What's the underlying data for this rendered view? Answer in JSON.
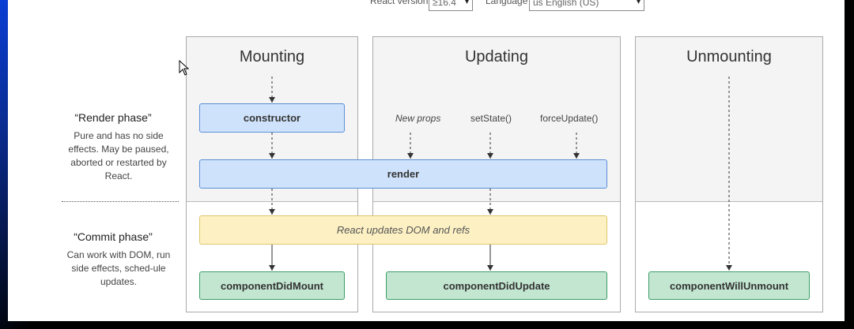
{
  "header": {
    "react_version_label": "React version",
    "react_version_value": "≥16.4",
    "language_label": "Language",
    "language_value": "us English (US)"
  },
  "phases": {
    "render": {
      "title": "“Render phase”",
      "description": "Pure and has no side effects. May be paused, aborted or restarted by React."
    },
    "commit": {
      "title": "“Commit phase”",
      "description": "Can work with DOM, run side effects, sched-ule updates."
    }
  },
  "columns": {
    "mounting": "Mounting",
    "updating": "Updating",
    "unmounting": "Unmounting"
  },
  "methods": {
    "constructor": "constructor",
    "render": "render",
    "dom_updates": "React updates DOM and refs",
    "component_did_mount": "componentDidMount",
    "component_did_update": "componentDidUpdate",
    "component_will_unmount": "componentWillUnmount"
  },
  "update_triggers": {
    "new_props": "New props",
    "set_state": "setState()",
    "force_update": "forceUpdate()"
  }
}
